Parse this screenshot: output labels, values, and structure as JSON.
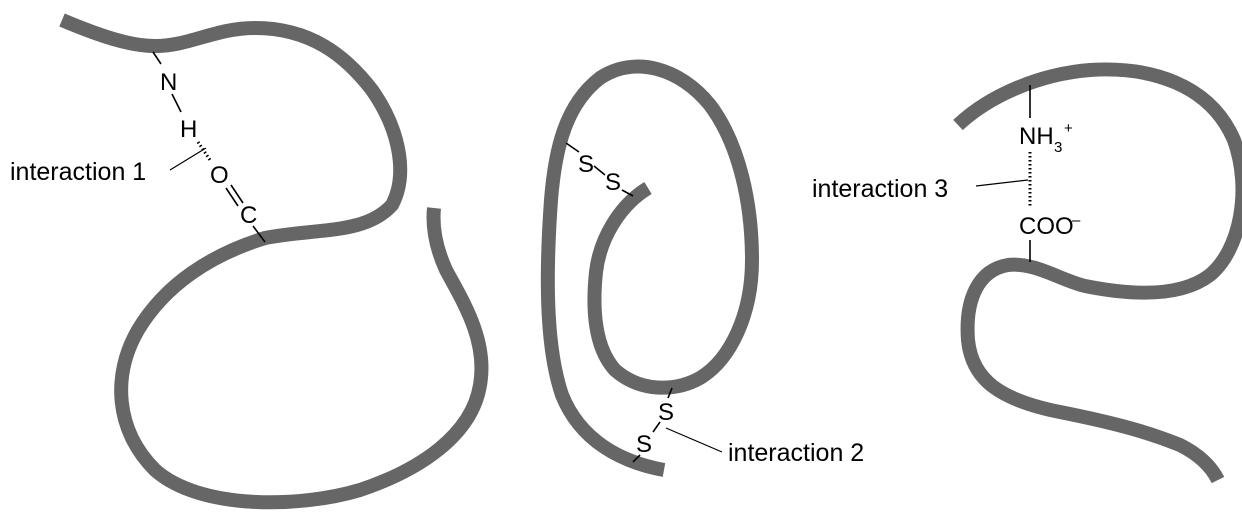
{
  "structure_1": {
    "label": "interaction 1",
    "atom_n": "N",
    "atom_h": "H",
    "atom_o": "O",
    "atom_c": "C"
  },
  "structure_2": {
    "label": "interaction 2",
    "atom_s": "S"
  },
  "structure_3": {
    "label": "interaction 3",
    "amine_group": "NH",
    "amine_subscript": "3",
    "amine_charge": "+",
    "carboxylate_group": "COO",
    "carboxylate_charge": "–"
  }
}
